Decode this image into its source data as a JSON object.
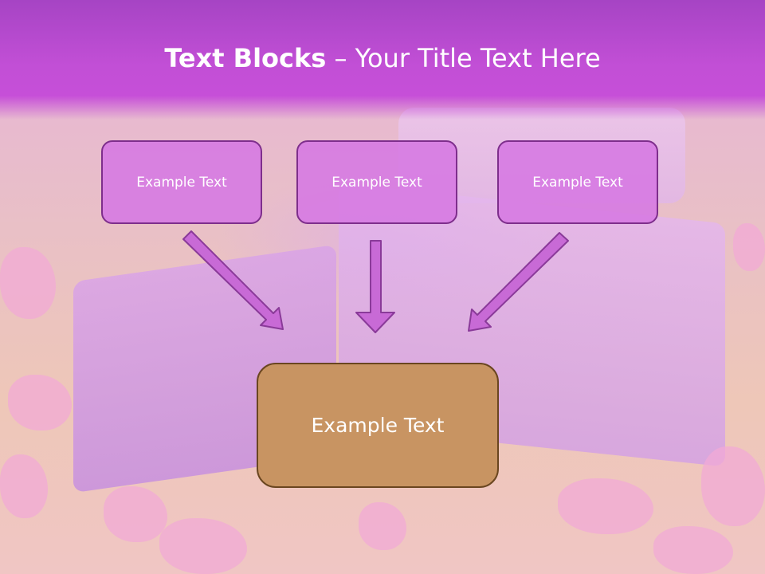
{
  "slide": {
    "title_bold": "Text Blocks",
    "title_dash": " – ",
    "title_rest": "Your Title Text Here"
  },
  "boxes": {
    "left": "Example Text",
    "center": "Example Text",
    "right": "Example Text",
    "bottom": "Example Text"
  },
  "colors": {
    "title_bar": "#c24fd6",
    "small_box_fill": "#d67ae2",
    "small_box_border": "#7e2e8c",
    "arrow_fill": "#c86ad6",
    "arrow_stroke": "#8a3a99",
    "bottom_box_fill": "#c89462",
    "bottom_box_border": "#6a4620"
  }
}
